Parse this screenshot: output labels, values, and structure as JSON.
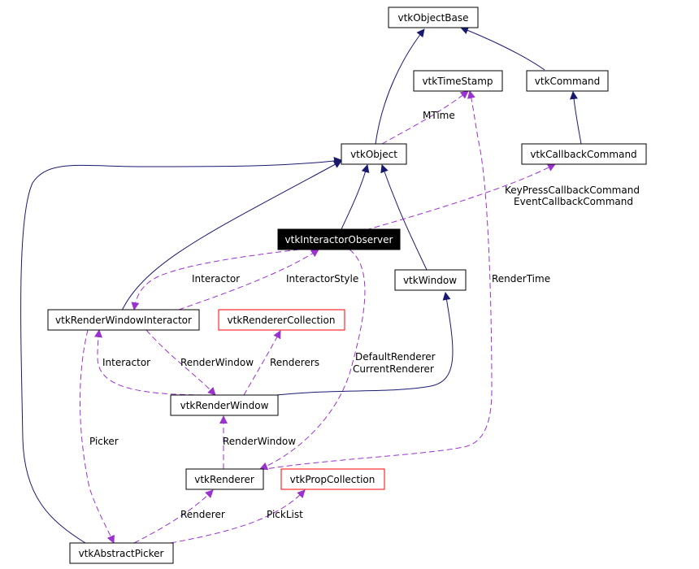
{
  "nodes": {
    "object_base": "vtkObjectBase",
    "time_stamp": "vtkTimeStamp",
    "command": "vtkCommand",
    "object": "vtkObject",
    "callback_command": "vtkCallbackCommand",
    "interactor_observer": "vtkInteractorObserver",
    "window": "vtkWindow",
    "render_window_interactor": "vtkRenderWindowInteractor",
    "renderer_collection": "vtkRendererCollection",
    "render_window": "vtkRenderWindow",
    "renderer": "vtkRenderer",
    "prop_collection": "vtkPropCollection",
    "abstract_picker": "vtkAbstractPicker"
  },
  "edge_labels": {
    "mtime": "MTime",
    "keypress_callback": "KeyPressCallbackCommand",
    "event_callback": "EventCallbackCommand",
    "interactor": "Interactor",
    "interactor_style": "InteractorStyle",
    "render_time": "RenderTime",
    "interactor_2": "Interactor",
    "render_window": "RenderWindow",
    "renderers": "Renderers",
    "default_renderer": "DefaultRenderer",
    "current_renderer": "CurrentRenderer",
    "picker": "Picker",
    "render_window_2": "RenderWindow",
    "renderer": "Renderer",
    "pick_list": "PickList"
  },
  "colors": {
    "inheritance_edge": "#191970",
    "usage_edge": "#9a32cd",
    "focus_fill": "#000000",
    "incomplete_node_border": "#ff0000"
  }
}
